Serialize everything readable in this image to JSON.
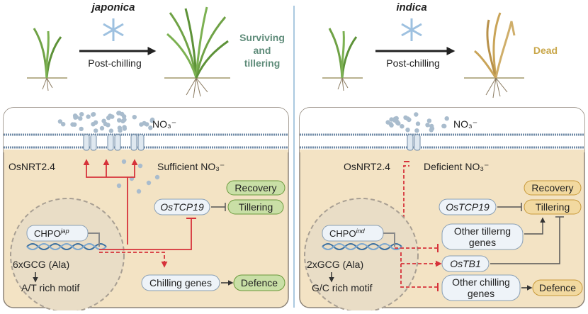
{
  "left": {
    "variety": "japonica",
    "post_chilling": "Post-chilling",
    "outcome_lines": [
      "Surviving",
      "and",
      "tillering"
    ],
    "transporter": "OsNRT2.4",
    "no3": "NO₃⁻",
    "no3_status": "Sufficient NO₃⁻",
    "chpo_base": "CHPO",
    "chpo_sup": "jap",
    "gcg": "6xGCG (Ala)",
    "motif": "A/T rich motif",
    "tcp": "OsTCP19",
    "recovery": "Recovery",
    "tillering": "Tillering",
    "chilling_genes": "Chilling genes",
    "defence": "Defence"
  },
  "right": {
    "variety": "indica",
    "post_chilling": "Post-chilling",
    "outcome": "Dead",
    "transporter": "OsNRT2.4",
    "no3": "NO₃⁻",
    "no3_status": "Deficient NO₃⁻",
    "chpo_base": "CHPO",
    "chpo_sup": "ind",
    "gcg": "2xGCG (Ala)",
    "motif": "G/C rich motif",
    "tcp": "OsTCP19",
    "recovery": "Recovery",
    "tillering": "Tillering",
    "other_tiller_lines": [
      "Other tillerng",
      "genes"
    ],
    "tb1": "OsTB1",
    "other_chill_lines": [
      "Other chilling",
      "genes"
    ],
    "defence": "Defence"
  },
  "colors": {
    "cell_fill": "#f3e3c4",
    "cell_border": "#8d8478",
    "membrane": "#6f8aa6",
    "arrow_red": "#d6323a",
    "green_box": "#c9dfa6",
    "green_border": "#6a9a3c",
    "orange_box": "#f2d9a0",
    "orange_border": "#c89a3a",
    "gene_box": "#eef3f8",
    "surviving_text": "#5f8c7a",
    "dead_text": "#c9a74a",
    "nitrate_dot": "#a9bccd",
    "divider": "#8fb7d6"
  }
}
